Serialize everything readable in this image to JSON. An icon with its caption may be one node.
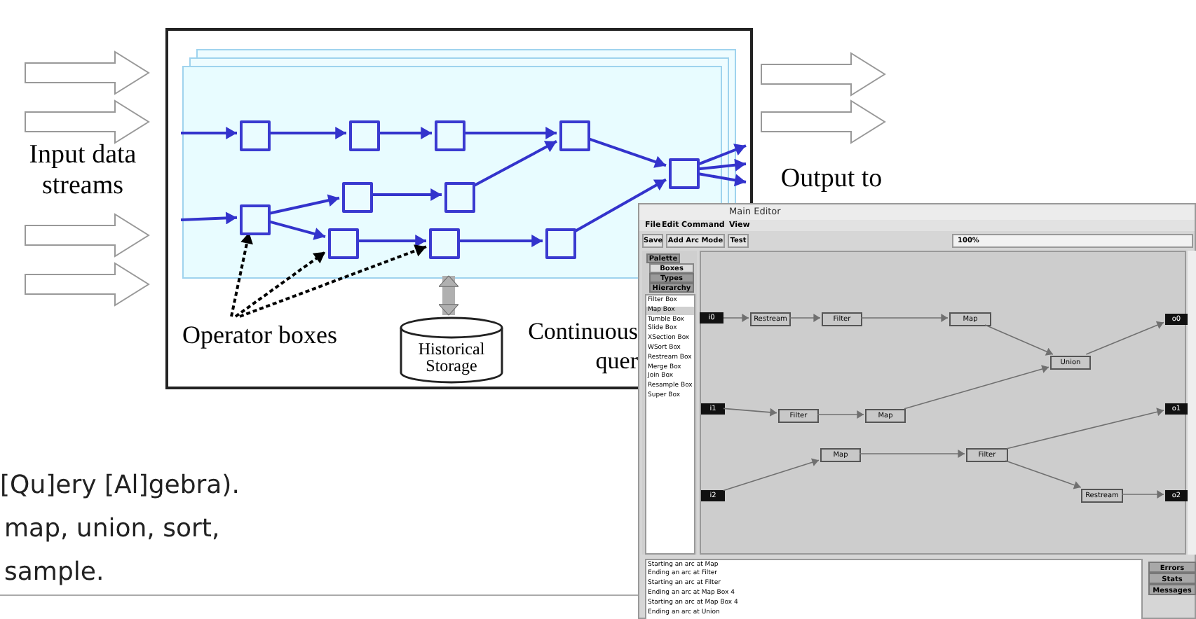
{
  "diagram": {
    "nodes": [
      {
        "text": [],
        "shape": "box"
      },
      {
        "text": [],
        "shape": "box",
        "in": 0
      },
      {
        "text": [],
        "shape": "box",
        "in": 1
      },
      {
        "text": [],
        "shape": "box",
        "in": 1
      },
      {
        "text": [],
        "shape": "box",
        "in": 1
      },
      {
        "text": [],
        "shape": "box",
        "in": 1
      },
      {
        "text": [],
        "shape": "box",
        "in": 1
      },
      {
        "text": [],
        "shape": "box",
        "in": 1
      },
      {
        "text": [],
        "shape": "box",
        "in": 1
      },
      {
        "text": [],
        "shape": "box",
        "in": 1
      },
      {
        "text": [],
        "shape": "box",
        "in": 1
      },
      {
        "text": [],
        "shape": "box",
        "in": 1
      },
      {
        "text": [],
        "shape": "box",
        "in": 1
      },
      {
        "text": [
          "Historical Storage"
        ],
        "in": 0
      },
      {
        "text": [
          "Operator boxes"
        ],
        "in": 0
      },
      {
        "text": [
          "Main Editor"
        ]
      },
      {
        "text": [
          "i0"
        ]
      },
      {
        "text": [
          "Restream"
        ],
        "in": 15
      },
      {
        "text": [
          "Filter"
        ],
        "in": 15
      },
      {
        "text": [
          "Map"
        ],
        "in": 15
      },
      {
        "text": [
          "o0"
        ],
        "in": 15
      },
      {
        "text": [
          "Union"
        ],
        "in": 15
      },
      {
        "text": [
          "i1"
        ],
        "in": 15
      },
      {
        "text": [
          "Filter"
        ],
        "in": 15
      },
      {
        "text": [
          "Map"
        ],
        "in": 15
      },
      {
        "text": [
          "o1"
        ],
        "in": 15
      },
      {
        "text": [
          "Map"
        ],
        "in": 15
      },
      {
        "text": [
          "Filter"
        ],
        "in": 15
      },
      {
        "text": [
          "i2"
        ],
        "in": 15
      },
      {
        "text": [
          "Restream"
        ],
        "in": 15
      },
      {
        "text": [
          "o2"
        ],
        "in": 15
      }
    ],
    "edges": [
      {
        "from": null,
        "to": 2,
        "arrow": "to"
      },
      {
        "from": 2,
        "to": 3,
        "arrow": "to"
      },
      {
        "from": 3,
        "to": 4,
        "arrow": "to"
      },
      {
        "from": 4,
        "to": 5,
        "arrow": "to"
      },
      {
        "from": 5,
        "to": 6,
        "arrow": "to"
      },
      {
        "from": null,
        "to": 9,
        "arrow": "to"
      },
      {
        "from": 9,
        "to": 7,
        "arrow": "to"
      },
      {
        "from": 9,
        "to": 10,
        "arrow": "to"
      },
      {
        "from": 7,
        "to": 8,
        "arrow": "to"
      },
      {
        "from": 8,
        "to": 5,
        "arrow": "to"
      },
      {
        "from": 10,
        "to": 11,
        "arrow": "to"
      },
      {
        "from": 11,
        "to": 12,
        "arrow": "to"
      },
      {
        "from": 12,
        "to": 6,
        "arrow": "to"
      },
      {
        "from": 6,
        "to": null,
        "arrow": "to"
      },
      {
        "from": 6,
        "to": null,
        "arrow": "to"
      },
      {
        "from": 6,
        "to": null,
        "arrow": "to"
      },
      {
        "from": 14,
        "to": 9,
        "arrow": "to",
        "style": "dashed",
        "color": "#000000"
      },
      {
        "from": 14,
        "to": 10,
        "arrow": "to",
        "style": "dashed",
        "color": "#000000"
      },
      {
        "from": 14,
        "to": 11,
        "arrow": "to",
        "style": "dashed",
        "color": "#000000"
      },
      {
        "from": 13,
        "to": 1,
        "arrow": "both",
        "style": "thick",
        "color": "#b0b0b0"
      },
      {
        "from": 16,
        "to": 17,
        "arrow": "to",
        "color": "#707070"
      },
      {
        "from": 17,
        "to": 18,
        "arrow": "to",
        "color": "#707070"
      },
      {
        "from": 18,
        "to": 19,
        "arrow": "to",
        "color": "#707070"
      },
      {
        "from": 19,
        "to": 21,
        "arrow": "to",
        "color": "#707070"
      },
      {
        "from": 21,
        "to": 20,
        "arrow": "to",
        "color": "#707070"
      },
      {
        "from": 22,
        "to": 23,
        "arrow": "to",
        "color": "#707070"
      },
      {
        "from": 23,
        "to": 24,
        "arrow": "to",
        "color": "#707070"
      },
      {
        "from": 24,
        "to": 21,
        "arrow": "to",
        "color": "#707070"
      },
      {
        "from": 28,
        "to": 26,
        "arrow": "to",
        "color": "#707070"
      },
      {
        "from": 26,
        "to": 27,
        "arrow": "to",
        "color": "#707070"
      },
      {
        "from": 27,
        "to": 25,
        "arrow": "to",
        "color": "#707070"
      },
      {
        "from": 27,
        "to": 29,
        "arrow": "to",
        "color": "#707070"
      },
      {
        "from": 29,
        "to": 30,
        "arrow": "to",
        "color": "#707070"
      }
    ],
    "labels": [
      "Input data streams",
      "Output to",
      "Continuous quer",
      "File",
      "Edit",
      "Command",
      "View",
      "Save",
      "Add Arc Mode",
      "Test",
      "100%",
      "Palette",
      "Boxes",
      "Types",
      "Hierarchy",
      "Filter Box",
      "Map Box",
      "Tumble Box",
      "Slide Box",
      "XSection Box",
      "WSort Box",
      "Restream Box",
      "Merge Box",
      "Join Box",
      "Resample Box",
      "Super Box",
      "[Qu]ery [Al]gebra).",
      "map, union, sort,",
      "sample.",
      "Starting an arc at Map",
      "Ending an arc at Filter",
      "Starting an arc at Filter",
      "Ending an arc at Map Box 4",
      "Starting an arc at Map Box 4",
      "Ending an arc at Union",
      "Errors",
      "Stats",
      "Messages"
    ]
  }
}
